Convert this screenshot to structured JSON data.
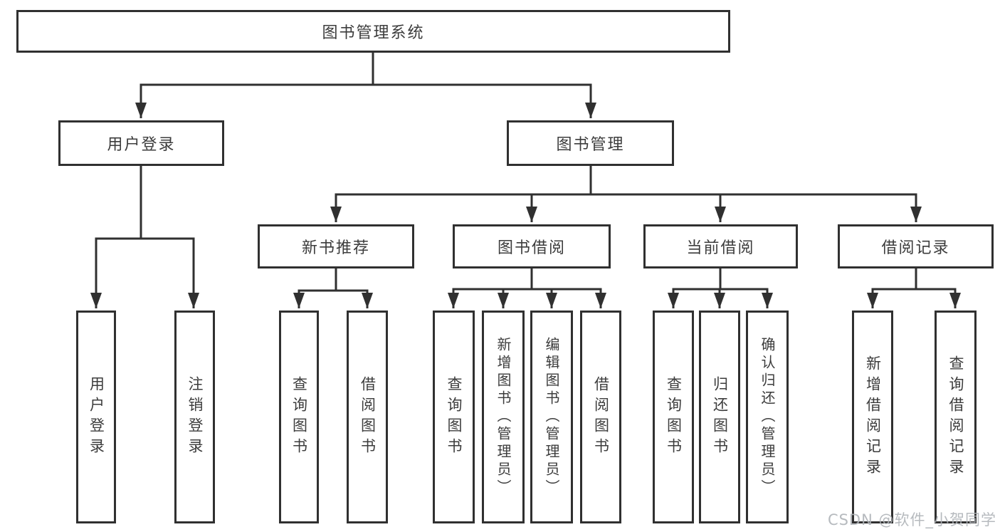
{
  "diagram": {
    "root_label": "图书管理系统",
    "branches": {
      "user_login": {
        "label": "用户登录",
        "children": [
          {
            "label": "用户登录"
          },
          {
            "label": "注销登录"
          }
        ]
      },
      "book_mgmt": {
        "label": "图书管理",
        "groups": [
          {
            "label": "新书推荐",
            "children": [
              {
                "label": "查询图书"
              },
              {
                "label": "借阅图书"
              }
            ]
          },
          {
            "label": "图书借阅",
            "children": [
              {
                "label": "查询图书"
              },
              {
                "label": "新增图书（管理员）"
              },
              {
                "label": "编辑图书（管理员）"
              },
              {
                "label": "借阅图书"
              }
            ]
          },
          {
            "label": "当前借阅",
            "children": [
              {
                "label": "查询图书"
              },
              {
                "label": "归还图书"
              },
              {
                "label": "确认归还（管理员）"
              }
            ]
          },
          {
            "label": "借阅记录",
            "children": [
              {
                "label": "新增借阅记录"
              },
              {
                "label": "查询借阅记录"
              }
            ]
          }
        ]
      }
    },
    "watermark": "CSDN @软件_小贺同学",
    "colors": {
      "line": "#303030",
      "text": "#3c3c3c",
      "watermark": "#afb3b8",
      "background": "#ffffff"
    }
  }
}
